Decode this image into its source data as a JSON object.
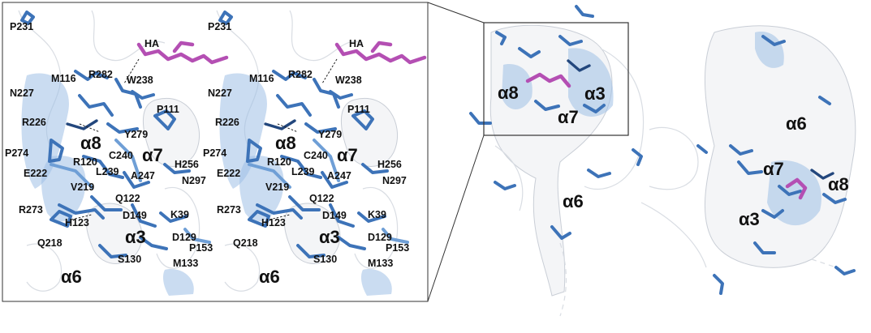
{
  "colors": {
    "residue_sticks": "#3d73b8",
    "ligand": "#b44fb3",
    "cartoon": "#f4f5f7",
    "helix_highlight": "#9fbfe6",
    "text": "#111111"
  },
  "stereo_inset": {
    "views": [
      {
        "labels": {
          "ligand": "HA",
          "p231": "P231",
          "m116": "M116",
          "r282": "R282",
          "w238": "W238",
          "n227": "N227",
          "r226": "R226",
          "p111": "P111",
          "y279": "Y279",
          "a8": "α8",
          "c240": "C240",
          "a7": "α7",
          "p274": "P274",
          "r120": "R120",
          "l239": "L239",
          "h256": "H256",
          "e222": "E222",
          "a247": "A247",
          "n297": "N297",
          "v219": "V219",
          "q122": "Q122",
          "r273": "R273",
          "h123": "H123",
          "d149": "D149",
          "k39": "K39",
          "q218": "Q218",
          "a3": "α3",
          "d129": "D129",
          "p153": "P153",
          "s130": "S130",
          "m133": "M133",
          "a6": "α6"
        }
      },
      {
        "labels": {
          "ligand": "HA",
          "p231": "P231",
          "m116": "M116",
          "r282": "R282",
          "w238": "W238",
          "n227": "N227",
          "r226": "R226",
          "p111": "P111",
          "y279": "Y279",
          "a8": "α8",
          "c240": "C240",
          "a7": "α7",
          "p274": "P274",
          "r120": "R120",
          "l239": "L239",
          "h256": "H256",
          "e222": "E222",
          "a247": "A247",
          "n297": "N297",
          "v219": "V219",
          "q122": "Q122",
          "r273": "R273",
          "h123": "H123",
          "d149": "D149",
          "k39": "K39",
          "q218": "Q218",
          "a3": "α3",
          "d129": "D129",
          "p153": "P153",
          "s130": "S130",
          "m133": "M133",
          "a6": "α6"
        }
      }
    ]
  },
  "overview_left": {
    "helices": {
      "a8": "α8",
      "a3": "α3",
      "a7": "α7",
      "a6": "α6"
    }
  },
  "overview_right": {
    "helices": {
      "a6": "α6",
      "a7": "α7",
      "a8": "α8",
      "a3": "α3"
    }
  }
}
